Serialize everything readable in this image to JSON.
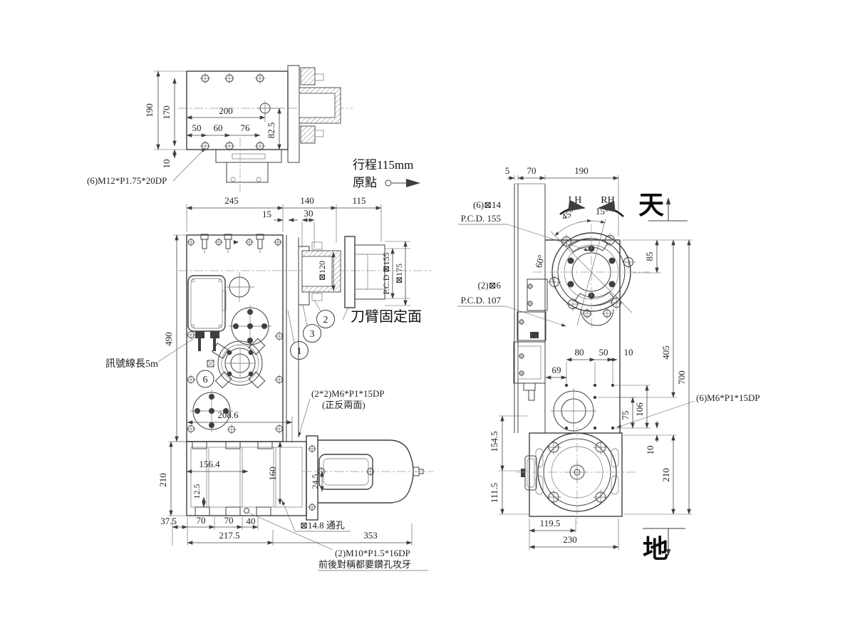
{
  "colors": {
    "background": "#ffffff",
    "line": "#3f3f3f",
    "text": "#222222"
  },
  "top_view": {
    "dims": {
      "h190": "190",
      "h170": "170",
      "h10": "10",
      "w200": "200",
      "w50": "50",
      "w60": "60",
      "w76": "76",
      "h82_5": "82.5"
    },
    "callout_m12": "(6)M12*P1.75*20DP"
  },
  "stroke_note": {
    "line1": "行程115mm",
    "line2": "原點"
  },
  "front_view": {
    "dims": {
      "w245": "245",
      "w140": "140",
      "w115": "115",
      "w15": "15",
      "w30": "30",
      "h490": "490",
      "w208_6": "208.6",
      "h210": "210",
      "w156_4": "156.4",
      "h160": "160",
      "h12_5": "12.5",
      "h24_5": "24.5",
      "w37_5": "37.5",
      "w70a": "70",
      "w70b": "70",
      "w40": "40",
      "w217_5": "217.5",
      "w353": "353",
      "d120": "⊠120",
      "pcd155": "P.C.D ⊠155",
      "d175": "⊠175"
    },
    "labels": {
      "arm_face": "刀臂固定面",
      "signal": "訊號線長5m",
      "m6": "(2*2)M6*P1*15DP",
      "m6_note": "(正反兩面)",
      "hole": "⊠14.8 通孔",
      "m10": "(2)M10*P1.5*16DP",
      "m10_note": "前後對稱都要鑽孔攻牙"
    },
    "balloons": {
      "b1": "1",
      "b2": "2",
      "b3": "3",
      "b6": "6"
    }
  },
  "side_view": {
    "dims": {
      "w5": "5",
      "w70": "70",
      "w190": "190",
      "h85": "85",
      "h405": "405",
      "h700": "700",
      "h210": "210",
      "h10": "10",
      "w80": "80",
      "w50": "50",
      "w10": "10",
      "w69": "69",
      "h106": "106",
      "h75": "75",
      "h154_5": "154.5",
      "h111_5": "111.5",
      "w119_5": "119.5",
      "w230": "230"
    },
    "angles": {
      "a45": "45°",
      "a15": "15°",
      "a60": "60°"
    },
    "labels": {
      "lh": "LH",
      "rh": "RH",
      "c14": "(6)⊠14",
      "pcd155": "P.C.D. 155",
      "c6": "(2)⊠6",
      "pcd107": "P.C.D. 107",
      "m6": "(6)M6*P1*15DP"
    },
    "orientation": {
      "sky": "天",
      "ground": "地"
    }
  }
}
